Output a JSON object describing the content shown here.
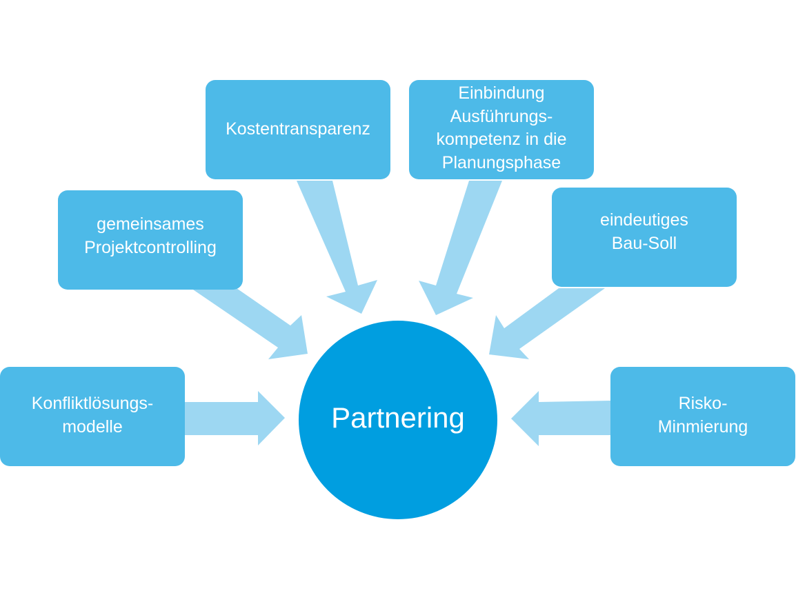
{
  "diagram": {
    "center": {
      "label": "Partnering"
    },
    "nodes": [
      {
        "id": "kosten",
        "lines": [
          "Kostentransparenz"
        ]
      },
      {
        "id": "einbindung",
        "lines": [
          "Einbindung",
          "Ausführungs-",
          "kompetenz in die",
          "Planungsphase"
        ]
      },
      {
        "id": "gemeinsam",
        "lines": [
          "gemeinsames",
          "Projektcontrolling"
        ]
      },
      {
        "id": "eindeutig",
        "lines": [
          "eindeutiges",
          "Bau-Soll"
        ]
      },
      {
        "id": "konflikt",
        "lines": [
          "Konfliktlösungs-",
          "modelle"
        ]
      },
      {
        "id": "risiko",
        "lines": [
          "Risko-",
          "Minmierung"
        ]
      }
    ]
  },
  "colors": {
    "node_fill": "#4dbae8",
    "center_fill": "#009ee0",
    "arrow_fill": "#9dd7f2",
    "text": "#ffffff"
  }
}
